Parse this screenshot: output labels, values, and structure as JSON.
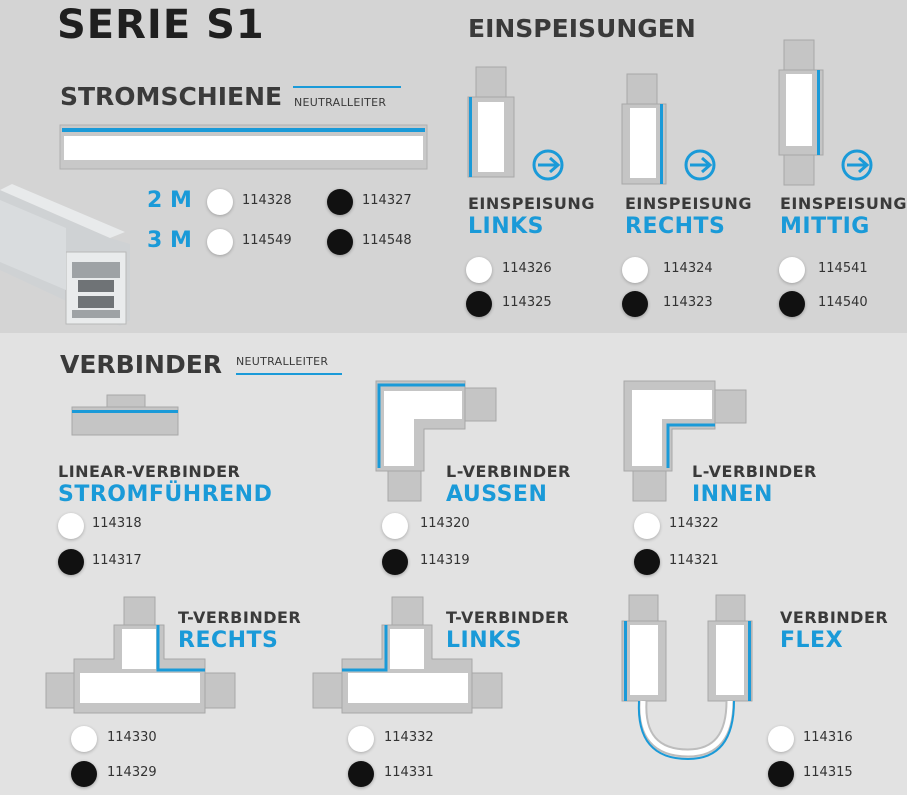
{
  "title": "SERIE S1",
  "einspeisungen_title": "EINSPEISUNGEN",
  "stromschiene": {
    "title": "STROMSCHIENE",
    "neutral_label": "NEUTRALLEITER",
    "rows": [
      {
        "length": "2 M",
        "white": "114328",
        "black": "114327"
      },
      {
        "length": "3 M",
        "white": "114549",
        "black": "114548"
      }
    ]
  },
  "einspeisung": [
    {
      "line1": "EINSPEISUNG",
      "line2": "LINKS",
      "white": "114326",
      "black": "114325"
    },
    {
      "line1": "EINSPEISUNG",
      "line2": "RECHTS",
      "white": "114324",
      "black": "114323"
    },
    {
      "line1": "EINSPEISUNG",
      "line2": "MITTIG",
      "white": "114541",
      "black": "114540"
    }
  ],
  "verbinder": {
    "title": "VERBINDER",
    "neutral_label": "NEUTRALLEITER",
    "items": [
      {
        "line1": "LINEAR-VERBINDER",
        "line2": "STROMFÜHREND",
        "white": "114318",
        "black": "114317"
      },
      {
        "line1": "L-VERBINDER",
        "line2": "AUSSEN",
        "white": "114320",
        "black": "114319"
      },
      {
        "line1": "L-VERBINDER",
        "line2": "INNEN",
        "white": "114322",
        "black": "114321"
      },
      {
        "line1": "T-VERBINDER",
        "line2": "RECHTS",
        "white": "114330",
        "black": "114329"
      },
      {
        "line1": "T-VERBINDER",
        "line2": "LINKS",
        "white": "114332",
        "black": "114331"
      },
      {
        "line1": "VERBINDER",
        "line2": "FLEX",
        "white": "114316",
        "black": "114315"
      }
    ]
  },
  "colors": {
    "accent": "#1a9ad8",
    "white_finish": "#ffffff",
    "black_finish": "#111111"
  }
}
